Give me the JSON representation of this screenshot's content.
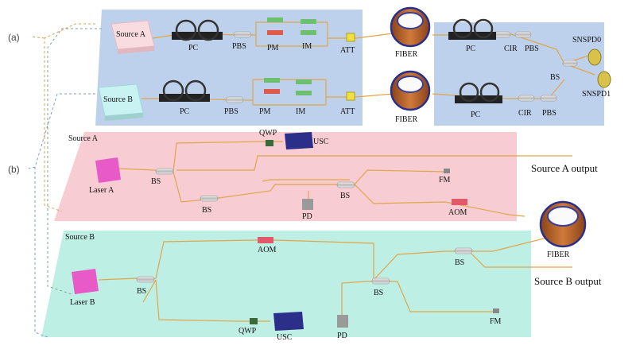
{
  "panels": {
    "a": "(a)",
    "b": "(b)"
  },
  "top": {
    "source_a": "Source A",
    "source_b": "Source B",
    "pc": "PC",
    "pbs": "PBS",
    "pm": "PM",
    "im": "IM",
    "att": "ATT",
    "fiber": "FIBER",
    "cir": "CIR",
    "bs": "BS",
    "snspd0": "SNSPD0",
    "snspd1": "SNSPD1"
  },
  "middle": {
    "title": "Source A",
    "laser": "Laser A",
    "qwp": "QWP",
    "usc": "USC",
    "bs": "BS",
    "pd": "PD",
    "fm": "FM",
    "aom": "AOM",
    "output": "Source A output"
  },
  "bottom": {
    "title": "Source B",
    "laser": "Laser B",
    "aom": "AOM",
    "bs": "BS",
    "qwp": "QWP",
    "usc": "USC",
    "pd": "PD",
    "fm": "FM",
    "fiber": "FIBER",
    "output": "Source B output"
  },
  "colors": {
    "blue_panel": "#b8cdea",
    "pink_panel": "#f7c9d0",
    "cyan_panel": "#b9eee4",
    "fiber_line": "#e0a64a",
    "source_a_box": "#f8dce0",
    "source_b_box": "#c9f2f2",
    "laser": "#e85ac8",
    "usc": "#2c2f8a",
    "coil": "#b8662e",
    "dash_orange": "#d9a050",
    "dash_green": "#7aa890",
    "dash_blue": "#7e9cc7"
  }
}
